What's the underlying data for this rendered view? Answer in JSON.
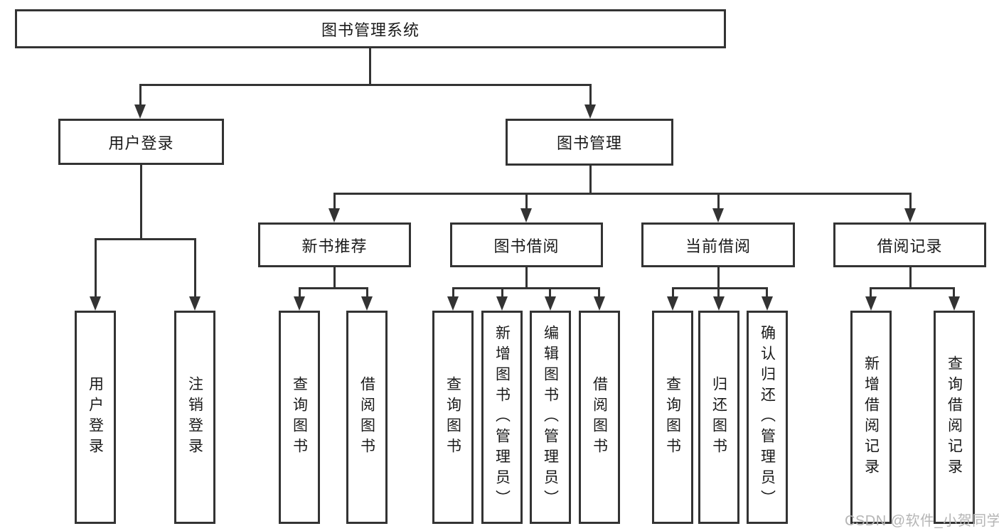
{
  "diagram_type": "tree",
  "tree": {
    "label": "图书管理系统",
    "children": [
      {
        "label": "用户登录",
        "children": [
          {
            "label": "用户登录"
          },
          {
            "label": "注销登录"
          }
        ]
      },
      {
        "label": "图书管理",
        "children": [
          {
            "label": "新书推荐",
            "children": [
              {
                "label": "查询图书"
              },
              {
                "label": "借阅图书"
              }
            ]
          },
          {
            "label": "图书借阅",
            "children": [
              {
                "label": "查询图书"
              },
              {
                "label": "新增图书（管理员）"
              },
              {
                "label": "编辑图书（管理员）"
              },
              {
                "label": "借阅图书"
              }
            ]
          },
          {
            "label": "当前借阅",
            "children": [
              {
                "label": "查询图书"
              },
              {
                "label": "归还图书"
              },
              {
                "label": "确认归还（管理员）"
              }
            ]
          },
          {
            "label": "借阅记录",
            "children": [
              {
                "label": "新增借阅记录"
              },
              {
                "label": "查询借阅记录"
              }
            ]
          }
        ]
      }
    ]
  },
  "watermark": {
    "text": "CSDN @软件_小贺同学"
  },
  "colors": {
    "background": "#ffffff",
    "box_background": "#ffffff",
    "box_border": "#333333",
    "line": "#333333",
    "text": "#1a1a1a",
    "watermark": "#b5b5b5"
  }
}
